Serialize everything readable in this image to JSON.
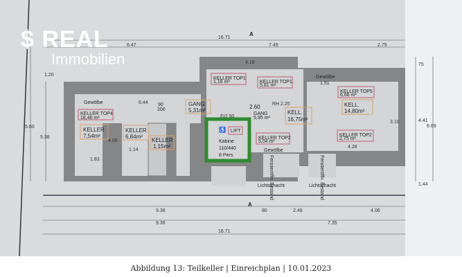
{
  "logo": {
    "main": "REAL",
    "sub": "Immobilien",
    "icon": "sparkasse-s-icon"
  },
  "caption": "Abbildung 13: Teilkeller | Einreichplan | 10.01.2023",
  "section_marker": "A",
  "dimensions": {
    "top_total": "16.71",
    "top_left": "6.47",
    "top_mid": "7.49",
    "top_right": "2.75",
    "top_inner": "4.16",
    "left_outer": "5.60",
    "left_inner": "5.38",
    "left_top": "1.20",
    "right_top": "75",
    "right_mid": "4.41",
    "right_total": "6.69",
    "right_bottom": "1.44",
    "bottom_1a": "9.36",
    "bottom_1b": "80",
    "bottom_1c": "2.49",
    "bottom_1d": "4.06",
    "bottom_2a": "9.36",
    "bottom_2b": "7.35",
    "bottom_3": "16.71",
    "inner_644": "6.44",
    "inner_406": "4.06",
    "inner_114": "1.14",
    "inner_183": "1.83",
    "inner_310": "3.10",
    "inner_428": "4.28",
    "inner_260": "2.60",
    "rh": "RH 2.25",
    "ei": "EI2 90"
  },
  "rooms": [
    {
      "name": "Gewölbe"
    },
    {
      "name": "KELLER TOP4",
      "area": "18,46 m²"
    },
    {
      "name": "KELLER",
      "area": "7,54m²"
    },
    {
      "name": "KELLER",
      "area": "6,84m²"
    },
    {
      "name": "KELLER",
      "area": "1,15m²"
    },
    {
      "name": "90",
      "area": "200"
    },
    {
      "name": "GANG",
      "area": "5,31m²"
    },
    {
      "name": "KELLER TOP1",
      "area": "1,16 m²"
    },
    {
      "name": "KELLER TOP1",
      "area": "5,81 m²"
    },
    {
      "name": "GANG",
      "area": "5,95 m²"
    },
    {
      "name": "KELL.",
      "area": "16,75m²"
    },
    {
      "name": "Gewölbe",
      "area": "1.51"
    },
    {
      "name": "KELLER TOP5",
      "area": "6,66 m²"
    },
    {
      "name": "KELL.",
      "area": "14,80m²"
    },
    {
      "name": "KELLER TOP2",
      "area": "5,04 m²"
    },
    {
      "name": "KELLER TOP2",
      "area": "2,75 m²"
    },
    {
      "name": "Gewölbe"
    }
  ],
  "lift": {
    "label": "LIFT",
    "cabin": "Kabine",
    "size": "110/440",
    "persons": "8 Pers.",
    "icon": "wheelchair-icon",
    "color": "#2e8b2e"
  },
  "windows": [
    {
      "label": "Fensteröffn. Bestand",
      "shaft": "Lichtschacht"
    },
    {
      "label": "Fensteröffn. Bestand",
      "shaft": "Lichtschacht"
    }
  ]
}
